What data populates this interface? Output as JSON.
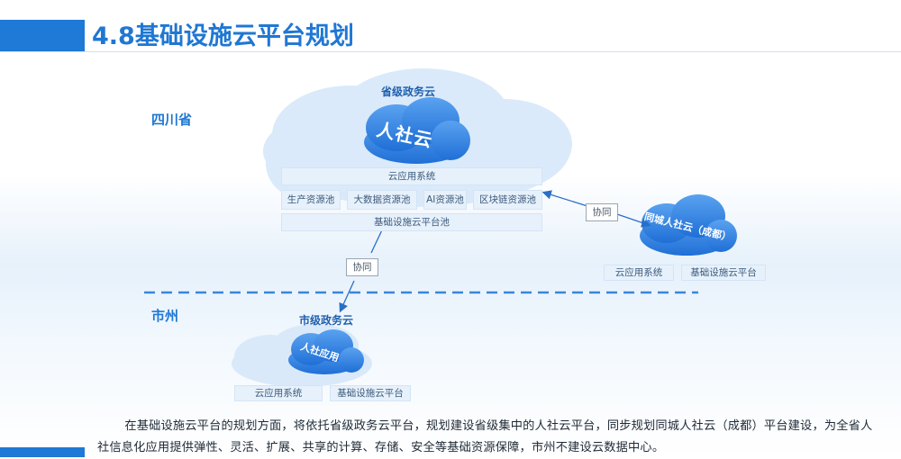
{
  "header": {
    "title": "4.8基础设施云平台规划"
  },
  "regions": {
    "province": "四川省",
    "city": "市州"
  },
  "provincial_cloud": {
    "label": "省级政务云",
    "badge": "人社云",
    "app_system": "云应用系统",
    "pools": [
      "生产资源池",
      "大数据资源池",
      "AI资源池",
      "区块链资源池"
    ],
    "infra": "基础设施云平台池"
  },
  "chengdu_cloud": {
    "badge": "同城人社云（成都）",
    "app_system": "云应用系统",
    "infra": "基础设施云平台"
  },
  "city_cloud": {
    "label": "市级政务云",
    "badge": "人社应用",
    "app_system": "云应用系统",
    "infra": "基础设施云平台"
  },
  "links": {
    "collab_1": "协同",
    "collab_2": "协同"
  },
  "body": {
    "paragraph": "在基础设施云平台的规划方面，将依托省级政务云平台，规划建设省级集中的人社云平台，同步规划同城人社云（成都）平台建设，为全省人社信息化应用提供弹性、灵活、扩展、共享的计算、存储、安全等基础资源保障，市州不建设云数据中心。"
  },
  "colors": {
    "accent": "#1f77d3",
    "cloud_fill": "#d6e7f9",
    "badge": "#2f7fe0"
  }
}
